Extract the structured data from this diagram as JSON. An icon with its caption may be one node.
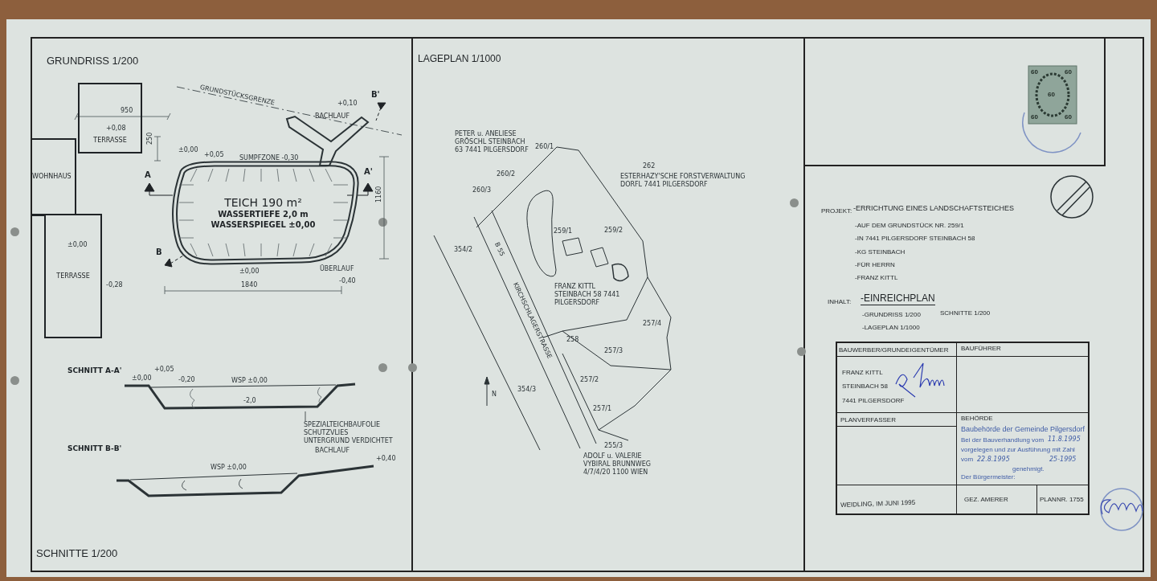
{
  "diagram": {
    "nodes": [
      {
        "text": [
          "TERRASSE"
        ]
      },
      {
        "text": [
          "WOHNHAUS"
        ]
      },
      {
        "text": [
          "TERRASSE"
        ]
      },
      {
        "text": [
          "TEICH 190 m²",
          "WASSERTIEFE 2,0 m",
          "WASSERSPIEGEL ±0,00"
        ]
      },
      {
        "text": [
          "BACHLAUF"
        ]
      },
      {
        "text": [],
        "shape": "picture"
      },
      {
        "text": [
          "SPEZIALTEICHBAUFOLIE",
          "SCHUTZVLIES",
          "UNTERGRUND VERDICHTET"
        ]
      }
    ],
    "edges": [
      {
        "from": 6,
        "to": 5,
        "arrow": "none"
      }
    ],
    "labels": [
      "GRUNDRISS 1/200",
      "GRUNDSTÜCKSGRENZE",
      "B'",
      "950",
      "+0,08",
      "+0,10",
      "250",
      "±0,00",
      "+0,05",
      "SUMPFZONE -0,30",
      "A",
      "A'",
      "1160",
      "±0,00",
      "B",
      "ÜBERLAUF",
      "±0,00",
      "-0,40",
      "-0,28",
      "1840",
      "SCHNITT A-A'",
      "±0,00",
      "+0,05",
      "-0,20",
      "WSP ±0,00",
      "-2,0",
      "SCHNITT B-B'",
      "BACHLAUF",
      "+0,40",
      "WSP ±0,00",
      "SCHNITTE 1/200",
      "LAGEPLAN 1/1000",
      "PETER u. ANELIESE GRÖSCHL STEINBACH 63 7441 PILGERSDORF",
      "260/1",
      "260/2",
      "260/3",
      "262",
      "ESTERHAZY'SCHE FORSTVERWALTUNG DORFL 7441 PILGERSDORF",
      "354/2",
      "259/1",
      "259/2",
      "B 55",
      "KIRCHSCHLAGERSTRASSE",
      "FRANZ KITTL STEINBACH 58 7441 PILGERSDORF",
      "257/4",
      "258",
      "257/3",
      "N",
      "257/2",
      "354/3",
      "257/1",
      "255/3",
      "ADOLF u. VALERIE VYBIRAL BRUNNWEG 4/7/4/20 1100 WIEN",
      "60",
      "60",
      "60",
      "60",
      "60",
      "PROJEKT:",
      "-ERRICHTUNG EINES LANDSCHAFTSTEICHES",
      "-AUF DEM GRUNDSTÜCK NR. 259/1",
      "-IN 7441 PILGERSDORF STEINBACH 58",
      "-KG STEINBACH",
      "-FÜR HERRN",
      "-FRANZ KITTL",
      "INHALT:",
      "-EINREICHPLAN",
      "-GRUNDRISS 1/200",
      "SCHNITTE 1/200",
      "-LAGEPLAN 1/1000",
      "BAUWERBER/GRUNDEIGENTÜMER",
      "BAUFÜHRER",
      "FRANZ KITTL",
      "STEINBACH 58",
      "7441 PILGERSDORF",
      "PLANVERFASSER",
      "BEHÖRDE",
      "Baubehörde der Gemeinde Pilgersdorf",
      "Bei der Bauverhandlung vom",
      "11.8.1995",
      "vorgelegen und zur Ausführung mit Zahl",
      "25-1995",
      "vom",
      "22.8.1995",
      "genehmigt.",
      "Der Bürgermeister:",
      "WEIDLING, IM JUNI 1995",
      "GEZ. AMERER",
      "PLANNR. 1755"
    ]
  }
}
